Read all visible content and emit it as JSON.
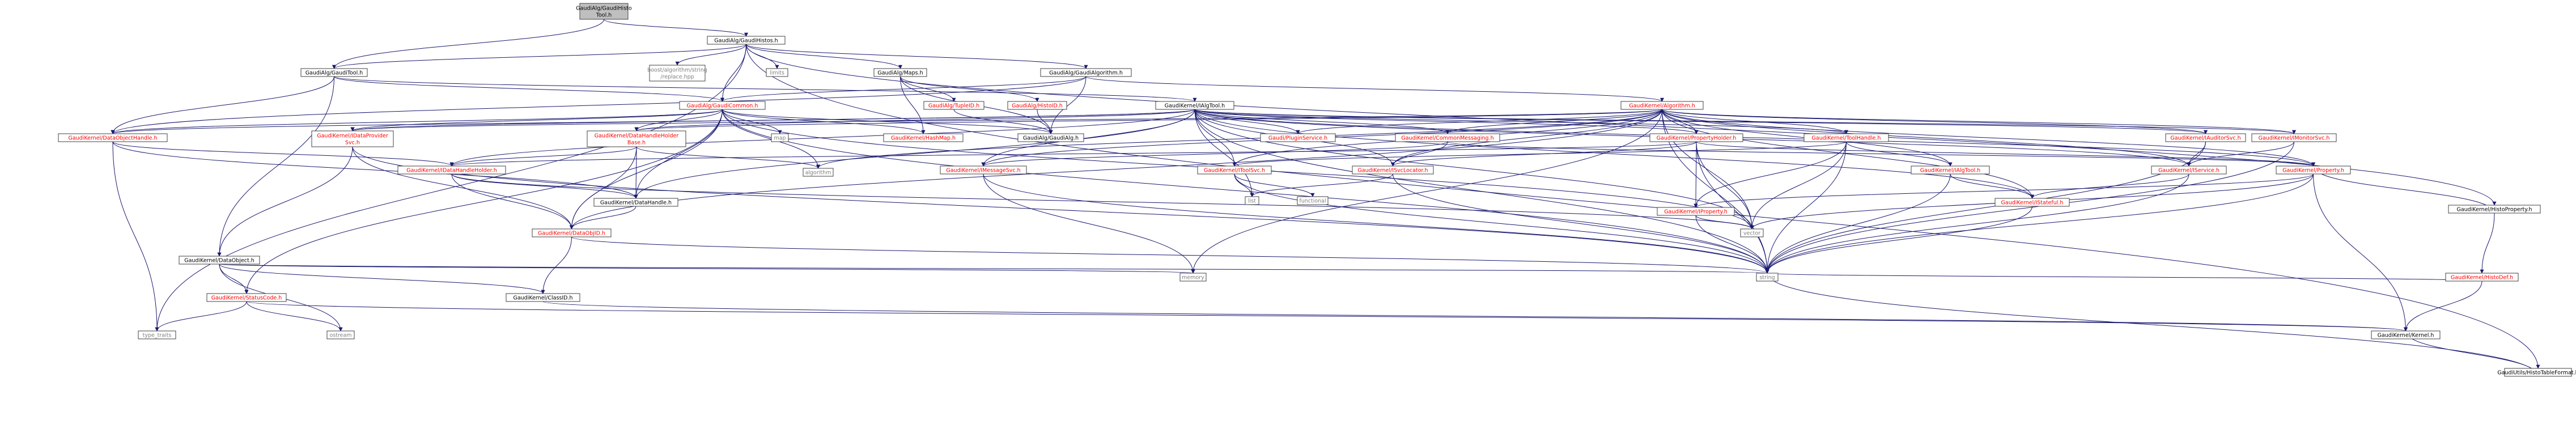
{
  "colors": {
    "root_fill": "#bfbfbf",
    "node_fill": "#ffffff",
    "black_text": "#000000",
    "red_text": "#ff0000",
    "gray_text": "#808080",
    "edge": "#191970"
  },
  "nodes": [
    {
      "id": "root",
      "label": "GaudiAlg/GaudiHisto\nTool.h",
      "kind": "root"
    },
    {
      "id": "gaudihistos",
      "label": "GaudiAlg/GaudiHistos.h",
      "kind": "black"
    },
    {
      "id": "gauditool",
      "label": "GaudiAlg/GaudiTool.h",
      "kind": "black"
    },
    {
      "id": "boostalgo",
      "label": "boost/algorithm/string\n/replace.hpp",
      "kind": "gray"
    },
    {
      "id": "limits",
      "label": "limits",
      "kind": "gray"
    },
    {
      "id": "maps",
      "label": "GaudiAlg/Maps.h",
      "kind": "black"
    },
    {
      "id": "gaudialgorithm",
      "label": "GaudiAlg/GaudiAlgorithm.h",
      "kind": "black"
    },
    {
      "id": "gaudicommon",
      "label": "GaudiAlg/GaudiCommon.h",
      "kind": "red"
    },
    {
      "id": "tupleid",
      "label": "GaudiAlg/TupleID.h",
      "kind": "red"
    },
    {
      "id": "histoid",
      "label": "GaudiAlg/HistoID.h",
      "kind": "red"
    },
    {
      "id": "ialgtool",
      "label": "GaudiKernel/IAlgTool.h",
      "kind": "black"
    },
    {
      "id": "algorithm",
      "label": "GaudiKernel/Algorithm.h",
      "kind": "red"
    },
    {
      "id": "histoprop",
      "label": "GaudiKernel/HistoProperty.h",
      "kind": "black"
    },
    {
      "id": "histotableformat",
      "label": "GaudiUtils/HistoTableFormat.h",
      "kind": "black"
    },
    {
      "id": "dataobjhandle",
      "label": "GaudiKernel/DataObjectHandle.h",
      "kind": "red"
    },
    {
      "id": "idataprovider",
      "label": "GaudiKernel/IDataProvider\nSvc.h",
      "kind": "red"
    },
    {
      "id": "map",
      "label": "map",
      "kind": "gray"
    },
    {
      "id": "datahandleholderbase",
      "label": "GaudiKernel/DataHandleHolder\nBase.h",
      "kind": "red"
    },
    {
      "id": "hashmap",
      "label": "GaudiKernel/HashMap.h",
      "kind": "red"
    },
    {
      "id": "gaudialgh",
      "label": "GaudiAlg/GaudiAlg.h",
      "kind": "black"
    },
    {
      "id": "pluginservice",
      "label": "Gaudi/PluginService.h",
      "kind": "red"
    },
    {
      "id": "commonmessaging",
      "label": "GaudiKernel/CommonMessaging.h",
      "kind": "red"
    },
    {
      "id": "propertyholder",
      "label": "GaudiKernel/PropertyHolder.h",
      "kind": "red"
    },
    {
      "id": "toolhandle",
      "label": "GaudiKernel/ToolHandle.h",
      "kind": "red"
    },
    {
      "id": "iauditorsvc",
      "label": "GaudiKernel/IAuditorSvc.h",
      "kind": "red"
    },
    {
      "id": "imonitorsvc",
      "label": "GaudiKernel/IMonitorSvc.h",
      "kind": "red"
    },
    {
      "id": "algorithmh",
      "label": "algorithm",
      "kind": "gray"
    },
    {
      "id": "idatahandleholder",
      "label": "GaudiKernel/IDataHandleHolder.h",
      "kind": "red"
    },
    {
      "id": "imessagesvc",
      "label": "GaudiKernel/IMessageSvc.h",
      "kind": "red"
    },
    {
      "id": "itoolsvc",
      "label": "GaudiKernel/IToolSvc.h",
      "kind": "red"
    },
    {
      "id": "isvclocator",
      "label": "GaudiKernel/ISvcLocator.h",
      "kind": "red"
    },
    {
      "id": "ialgtool2",
      "label": "GaudiKernel/IAlgTool.h",
      "kind": "red"
    },
    {
      "id": "iservice",
      "label": "GaudiKernel/IService.h",
      "kind": "red"
    },
    {
      "id": "property",
      "label": "GaudiKernel/Property.h",
      "kind": "red"
    },
    {
      "id": "list",
      "label": "list",
      "kind": "gray"
    },
    {
      "id": "functional",
      "label": "functional",
      "kind": "gray"
    },
    {
      "id": "istateful",
      "label": "GaudiKernel/IStateful.h",
      "kind": "red"
    },
    {
      "id": "datahandle",
      "label": "GaudiKernel/DataHandle.h",
      "kind": "black"
    },
    {
      "id": "iproperty",
      "label": "GaudiKernel/IProperty.h",
      "kind": "red"
    },
    {
      "id": "vector",
      "label": "vector",
      "kind": "gray"
    },
    {
      "id": "dataobjid",
      "label": "GaudiKernel/DataObjID.h",
      "kind": "red"
    },
    {
      "id": "dataobject",
      "label": "GaudiKernel/DataObject.h",
      "kind": "black"
    },
    {
      "id": "memory",
      "label": "memory",
      "kind": "gray"
    },
    {
      "id": "string",
      "label": "string",
      "kind": "gray"
    },
    {
      "id": "histodef",
      "label": "GaudiKernel/HistoDef.h",
      "kind": "red"
    },
    {
      "id": "statuscode",
      "label": "GaudiKernel/StatusCode.h",
      "kind": "red"
    },
    {
      "id": "classid",
      "label": "GaudiKernel/ClassID.h",
      "kind": "black"
    },
    {
      "id": "typetraits",
      "label": "type_traits",
      "kind": "gray"
    },
    {
      "id": "ostream",
      "label": "ostream",
      "kind": "gray"
    },
    {
      "id": "kernel",
      "label": "GaudiKernel/Kernel.h",
      "kind": "black"
    }
  ]
}
